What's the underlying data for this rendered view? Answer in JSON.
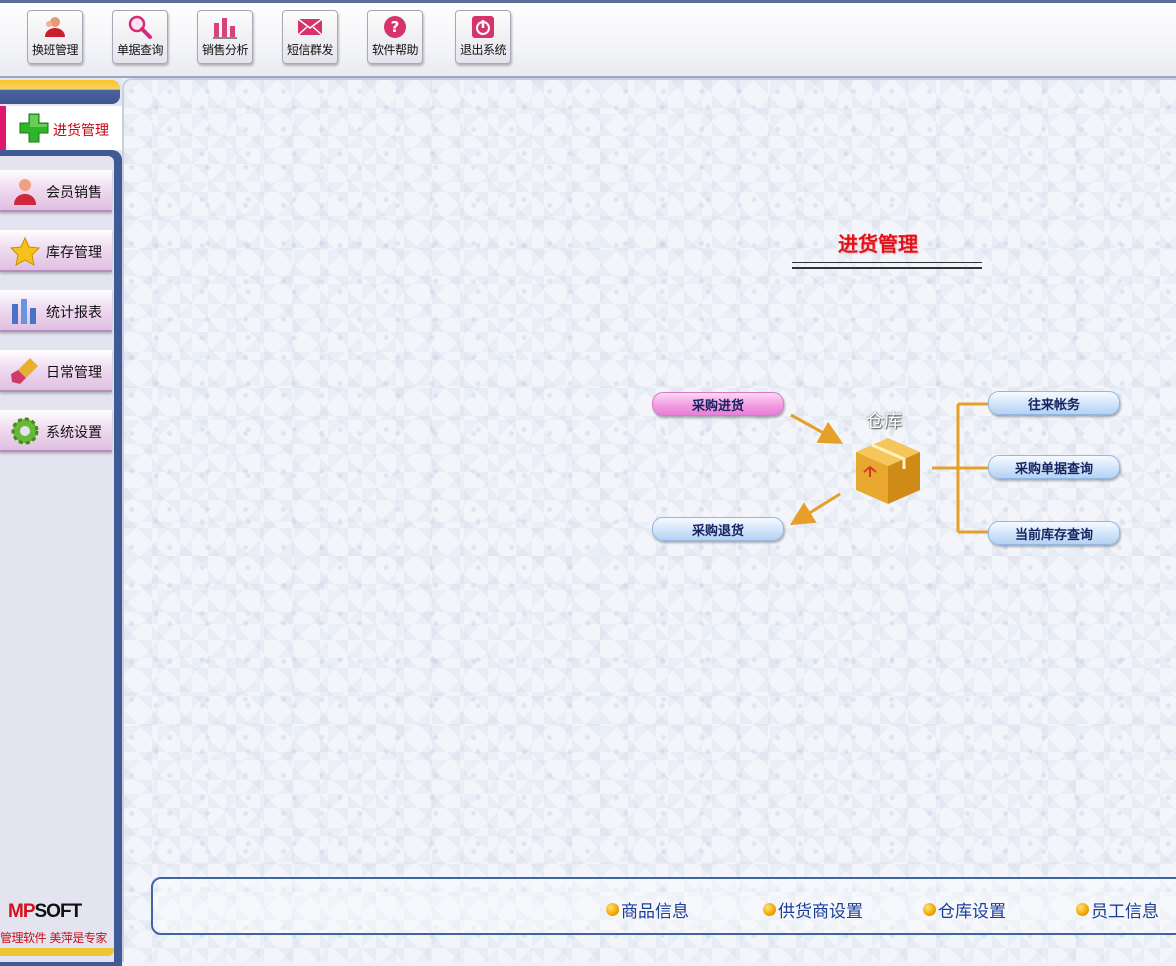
{
  "toolbar": {
    "buttons": [
      {
        "label": "换班管理",
        "icon": "users-icon"
      },
      {
        "label": "单据查询",
        "icon": "magnifier-icon"
      },
      {
        "label": "销售分析",
        "icon": "bar-chart-icon"
      },
      {
        "label": "短信群发",
        "icon": "envelope-icon"
      },
      {
        "label": "软件帮助",
        "icon": "question-icon"
      },
      {
        "label": "退出系统",
        "icon": "power-icon"
      }
    ]
  },
  "sidebar": {
    "active": {
      "label": "进货管理",
      "icon": "green-plus-icon"
    },
    "items": [
      {
        "label": "会员销售",
        "icon": "person-icon"
      },
      {
        "label": "库存管理",
        "icon": "star-icon"
      },
      {
        "label": "统计报表",
        "icon": "bar-chart-icon"
      },
      {
        "label": "日常管理",
        "icon": "brush-icon"
      },
      {
        "label": "系统设置",
        "icon": "gear-icon"
      }
    ],
    "logo_mp": "MP",
    "logo_soft": "SOFT",
    "slogan": "管理软件 美萍是专家"
  },
  "main": {
    "title": "进货管理",
    "center_label": "仓库",
    "left_buttons": [
      "采购进货",
      "采购退货"
    ],
    "right_buttons": [
      "往来帐务",
      "采购单据查询",
      "当前库存查询"
    ]
  },
  "footer": {
    "links": [
      "商品信息",
      "供货商设置",
      "仓库设置",
      "员工信息"
    ]
  },
  "colors": {
    "accent_red": "#e0121b",
    "frame_blue": "#3f5a95",
    "connector_orange": "#e6a02a",
    "pink_button": "#f098e0",
    "blue_button": "#cfe2fa"
  }
}
